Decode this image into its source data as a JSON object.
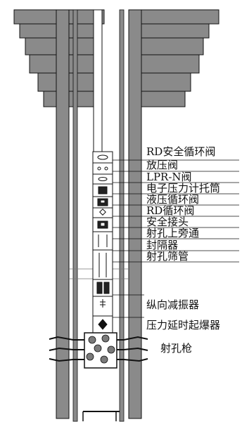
{
  "labels": [
    "RD安全循环阀",
    "放压阀",
    "LPR-N阀",
    "电子压力计托筒",
    "液压循环阀",
    "RD循环阀",
    "安全接头",
    "射孔上旁通",
    "封隔器",
    "射孔筛管",
    "纵向减振器",
    "压力延时起爆器",
    "射孔枪"
  ],
  "colors": {
    "casing": "#8a8a8a",
    "outline": "#111111",
    "formation": "#ffffff",
    "tool": "#ffffff",
    "charge": "#7a7a7a"
  }
}
